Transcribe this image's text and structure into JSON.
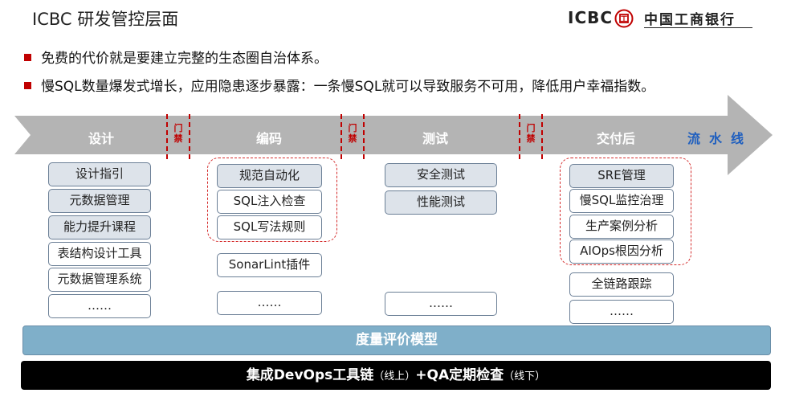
{
  "header": {
    "title": "ICBC 研发管控层面",
    "logo_en": "ICBC",
    "logo_cn": "中国工商银行",
    "logo_seal_char": "工"
  },
  "bullets": [
    "免费的代价就是要建立完整的生态圈自治体系。",
    "慢SQL数量爆发式增长，应用隐患逐步暴露：一条慢SQL就可以导致服务不可用，降低用户幸福指数。"
  ],
  "pipeline": {
    "label": "流水线",
    "stages": [
      "设计",
      "编码",
      "测试",
      "交付后"
    ],
    "gate_label": [
      "门",
      "禁"
    ]
  },
  "columns": {
    "design": [
      "设计指引",
      "元数据管理",
      "能力提升课程",
      "表结构设计工具",
      "元数据管理系统",
      "……"
    ],
    "coding": [
      "规范自动化",
      "SQL注入检查",
      "SQL写法规则",
      "SonarLint插件",
      "……"
    ],
    "testing": [
      "安全测试",
      "性能测试",
      "……"
    ],
    "delivery": [
      "SRE管理",
      "慢SQL监控治理",
      "生产案例分析",
      "AIOps根因分析",
      "全链路跟踪",
      "……"
    ]
  },
  "footer": {
    "model": "度量评价模型",
    "toolchain_main": "集成DevOps工具链",
    "toolchain_online": "（线上）",
    "toolchain_plus": "+QA定期检查",
    "toolchain_offline": "（线下）"
  },
  "colors": {
    "accent_red": "#c00000",
    "pipeline_blue": "#1f5fbf",
    "model_bar": "#7fafc9",
    "arrow_gray": "#b4b4b4"
  }
}
